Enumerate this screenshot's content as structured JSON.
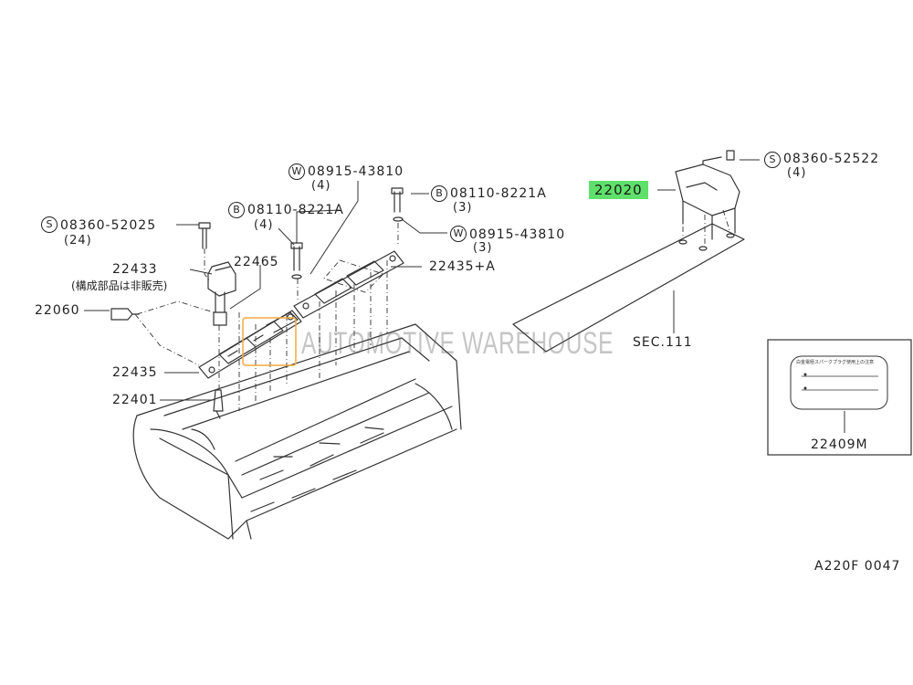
{
  "watermark": "AUTOMOTIVE WAREHOUSE",
  "highlight_color": "#5fe06a",
  "figure_code": "A220F 0047",
  "parts": {
    "s_bolt_left": {
      "symbol": "S",
      "number": "08360-52025",
      "qty": "(24)"
    },
    "b_bolt_left": {
      "symbol": "B",
      "number": "08110-8221A",
      "qty": "(4)"
    },
    "w_washer_top": {
      "symbol": "W",
      "number": "08915-43810",
      "qty": "(4)"
    },
    "b_bolt_right": {
      "symbol": "B",
      "number": "08110-8221A",
      "qty": "(3)"
    },
    "w_washer_right": {
      "symbol": "W",
      "number": "08915-43810",
      "qty": "(3)"
    },
    "s_bolt_module": {
      "symbol": "S",
      "number": "08360-52522",
      "qty": "(4)"
    },
    "p22433": {
      "number": "22433",
      "note": "(構成部品は非販売)"
    },
    "p22465": {
      "number": "22465"
    },
    "p22060": {
      "number": "22060"
    },
    "p22435": {
      "number": "22435"
    },
    "p22435a": {
      "number": "22435+A"
    },
    "p22401": {
      "number": "22401"
    },
    "p22020": {
      "number": "22020"
    },
    "sec111": {
      "number": "SEC.111"
    },
    "p22409m": {
      "number": "22409M",
      "label_text": "白金電極スパークプラグ使用上の注意"
    }
  }
}
